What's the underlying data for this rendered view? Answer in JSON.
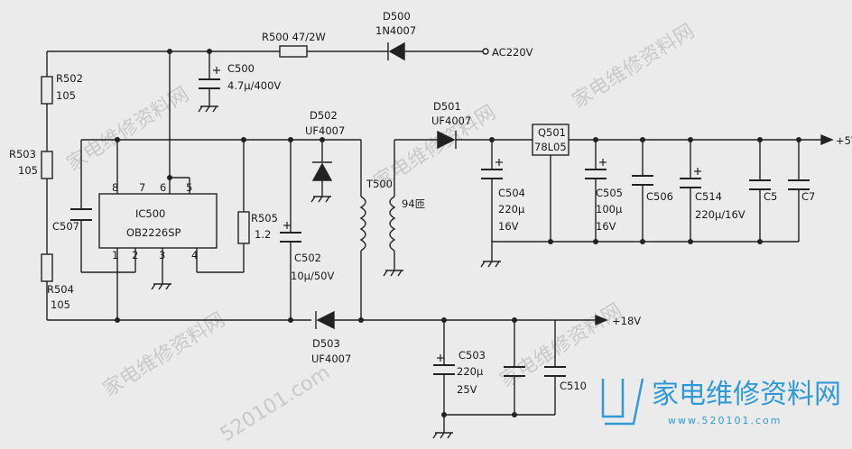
{
  "watermark": "家电维修资料网",
  "watermark_url": "520101.com",
  "logo": {
    "cn": "家电维修资料网",
    "url": "www.520101.com"
  },
  "labels": {
    "r500": "R500 47/2W",
    "d500": "D500",
    "d500_part": "1N4007",
    "ac": "AC220V",
    "c500": "C500",
    "c500_val": "4.7μ/400V",
    "r502": "R502",
    "r502_val": "105",
    "r503": "R503",
    "r503_val": "105",
    "r504": "R504",
    "r504_val": "105",
    "c507": "C507",
    "ic": "IC500",
    "ic_part": "OB2226SP",
    "pin8": "8",
    "pin7": "7",
    "pin6": "6",
    "pin5": "5",
    "pin1": "1",
    "pin2": "2",
    "pin3": "3",
    "pin4": "4",
    "r505": "R505",
    "r505_val": "1.2",
    "d502": "D502",
    "d502_part": "UF4007",
    "c502": "C502",
    "c502_val": "10μ/50V",
    "t500": "T500",
    "turns": "94匝",
    "d501": "D501",
    "d501_part": "UF4007",
    "q501": "Q501",
    "q501_part": "78L05",
    "c504": "C504",
    "c504_v1": "220μ",
    "c504_v2": "16V",
    "c505": "C505",
    "c505_v1": "100μ",
    "c505_v2": "16V",
    "c506": "C506",
    "c514": "C514",
    "c514_val": "220μ/16V",
    "c5": "C5",
    "c7": "C7",
    "out5": "+5V",
    "d503": "D503",
    "d503_part": "UF4007",
    "out18": "+18V",
    "c503": "C503",
    "c503_v1": "220μ",
    "c503_v2": "25V",
    "c510": "C510"
  }
}
